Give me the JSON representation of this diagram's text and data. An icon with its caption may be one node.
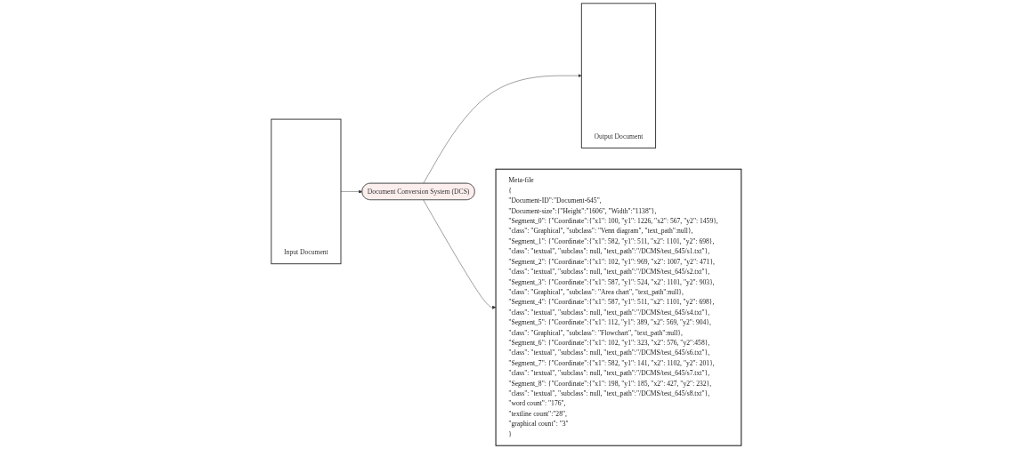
{
  "diagram": {
    "nodes": [
      {
        "text": [
          "Input Document"
        ]
      },
      {
        "text": [
          "Document Conversion System (DCS)"
        ]
      },
      {
        "text": [
          "Output Document"
        ]
      },
      {
        "text": [
          "Meta-file",
          "{",
          "\"Document-ID\":\"Document-645\",",
          "\"Document-size\":{\"Height\":\"1606\", \"Width\":\"1138\"},",
          "\"Segment_0\": {\"Coordinate\":{\"x1\": 100, \"y1\": 1226, \"x2\": 567, \"y2\": 1459}, \"class\": \"Graphical\", \"subclass\": \"Venn diagram\", \"text_path\":null},",
          "\"Segment_1\": {\"Coordinate\":{\"x1\": 582, \"y1\": 511, \"x2\": 1101, \"y2\": 698}, \"class\": \"textual\", \"subclass\": null, \"text_path\":\"/DCMS/test_645/s1.txt\"},",
          "\"Segment_2\": {\"Coordinate\":{\"x1\": 102, \"y1\": 969, \"x2\": 1007, \"y2\": 471}, \"class\": \"textual\", \"subclass\": null, \"text_path\":\"/DCMS/test_645/s2.txt\"},",
          "\"Segment_3\": {\"Coordinate\":{\"x1\": 587, \"y1\": 524, \"x2\": 1101, \"y2\": 903}, \"class\": \"Graphical\", \"subclass\": \"Area chart\", \"text_path\":null},",
          "\"Segment_4\": {\"Coordinate\":{\"x1\": 587, \"y1\": 511, \"x2\": 1101, \"y2\": 698}, \"class\": \"textual\", \"subclass\": null, \"text_path\":\"/DCMS/test_645/s4.txt\"},",
          "\"Segment_5\": {\"Coordinate\":{\"x1\": 112, \"y1\": 389, \"x2\": 569, \"y2\": 904}, \"class\": \"Graphical\", \"subclass\": \"Flowchart\", \"text_path\":null},",
          "\"Segment_6\": {\"Coordinate\":{\"x1\": 102, \"y1\": 323, \"x2\": 576, \"y2\":458}, \"class\": \"textual\", \"subclass\": null, \"text_path\":\"/DCMS/test_645/s6.txt\"},",
          "\"Segment_7\": {\"Coordinate\":{\"x1\": 582, \"y1\": 141, \"x2\": 1102, \"y2\": 201}, \"class\": \"textual\", \"subclass\": null, \"text_path\":\"/DCMS/test_645/s7.txt\"},",
          "\"Segment_8\": {\"Coordinate\":{\"x1\": 198, \"y1\": 185, \"x2\": 427, \"y2\": 232}, \"class\": \"textual\", \"subclass\": null, \"text_path\":\"/DCMS/test_645/s8.txt\"},",
          "\"word count\": \"176\",",
          "\"textline count\":\"28\",",
          "\"graphical count\": \"3\"",
          "}"
        ]
      }
    ],
    "edges": [
      {
        "from": 0,
        "to": 1,
        "arrow": "to"
      },
      {
        "from": 1,
        "to": 2,
        "arrow": "to"
      },
      {
        "from": 1,
        "to": 3,
        "arrow": "to"
      }
    ]
  }
}
